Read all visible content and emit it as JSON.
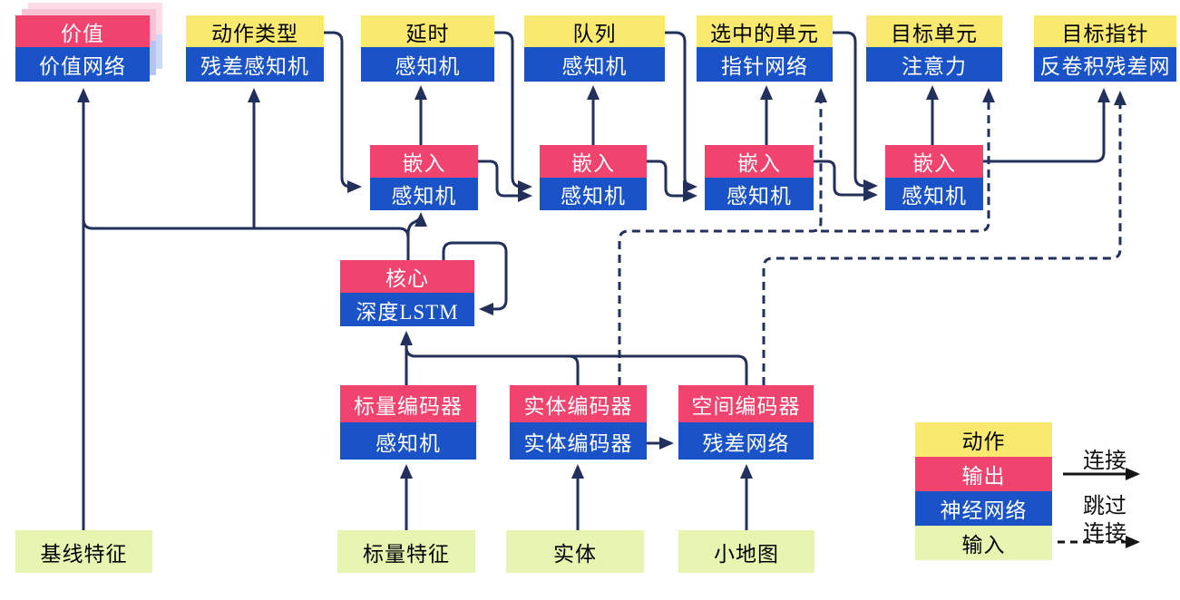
{
  "diagram_title": "AlphaStar-style agent architecture (Chinese)",
  "colors": {
    "action_yellow": "#fae96f",
    "output_pink": "#f0436e",
    "network_blue": "#1a53c8",
    "input_green": "#e6f6b0",
    "wire_navy": "#23305c",
    "legend_arrow_black": "#141414"
  },
  "heads": [
    {
      "top": "价值",
      "bottom": "价值网络"
    },
    {
      "top": "动作类型",
      "bottom": "残差感知机"
    },
    {
      "top": "延时",
      "bottom": "感知机"
    },
    {
      "top": "队列",
      "bottom": "感知机"
    },
    {
      "top": "选中的单元",
      "bottom": "指针网络"
    },
    {
      "top": "目标单元",
      "bottom": "注意力"
    },
    {
      "top": "目标指针",
      "bottom": "反卷积残差网"
    }
  ],
  "embeddings": [
    {
      "top": "嵌入",
      "bottom": "感知机"
    },
    {
      "top": "嵌入",
      "bottom": "感知机"
    },
    {
      "top": "嵌入",
      "bottom": "感知机"
    },
    {
      "top": "嵌入",
      "bottom": "感知机"
    }
  ],
  "core": {
    "top": "核心",
    "bottom": "深度LSTM"
  },
  "encoders": [
    {
      "top": "标量编码器",
      "bottom": "感知机"
    },
    {
      "top": "实体编码器",
      "bottom": "实体编码器"
    },
    {
      "top": "空间编码器",
      "bottom": "残差网络"
    }
  ],
  "inputs": [
    "基线特征",
    "标量特征",
    "实体",
    "小地图"
  ],
  "legend": {
    "rows": [
      {
        "label": "动作",
        "type": "action"
      },
      {
        "label": "输出",
        "type": "output"
      },
      {
        "label": "神经网络",
        "type": "network"
      },
      {
        "label": "输入",
        "type": "input"
      }
    ],
    "solid_label": "连接",
    "skip_label_line1": "跳过",
    "skip_label_line2": "连接"
  }
}
